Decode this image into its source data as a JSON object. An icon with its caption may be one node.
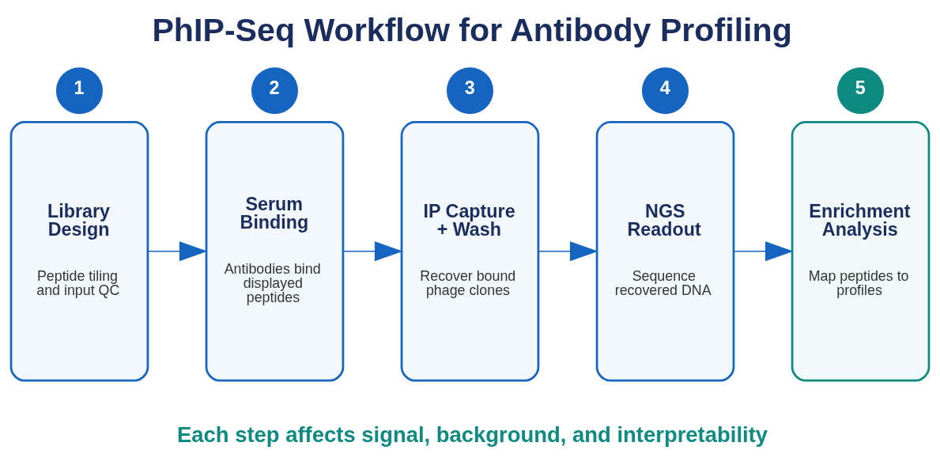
{
  "diagram": {
    "title": "PhIP-Seq Workflow for Antibody Profiling",
    "caption": "Each step affects signal, background, and interpretability",
    "nodes": [
      {
        "text": [
          "1"
        ]
      },
      {
        "text": [
          "Library Design",
          "Peptide tiling and input QC"
        ]
      },
      {
        "text": [
          "2"
        ]
      },
      {
        "text": [
          "Serum Binding",
          "Antibodies bind displayed peptides"
        ]
      },
      {
        "text": [
          "3"
        ]
      },
      {
        "text": [
          "IP Capture + Wash",
          "Recover bound phage clones"
        ]
      },
      {
        "text": [
          "4"
        ]
      },
      {
        "text": [
          "NGS Readout",
          "Sequence recovered DNA"
        ]
      },
      {
        "text": [
          "5"
        ]
      },
      {
        "text": [
          "Enrichment Analysis",
          "Map peptides to profiles"
        ]
      }
    ],
    "edges": [
      {
        "from": 1,
        "to": 3,
        "arrow": "to"
      },
      {
        "from": 3,
        "to": 5,
        "arrow": "to"
      },
      {
        "from": 5,
        "to": 7,
        "arrow": "to"
      },
      {
        "from": 7,
        "to": 9,
        "arrow": "to"
      }
    ]
  }
}
